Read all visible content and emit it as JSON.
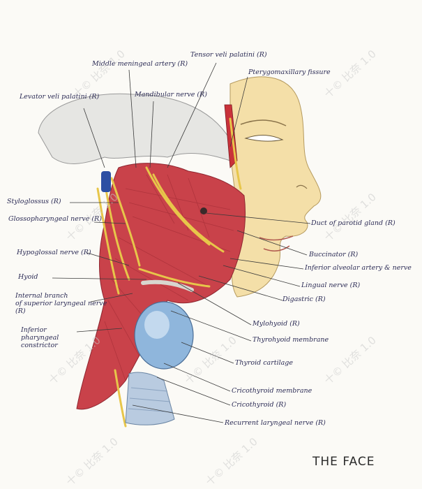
{
  "title": "THE FACE",
  "watermark": "十© 比奈 1.0",
  "labels": {
    "middle_meningeal_artery": "Middle meningeal artery (R)",
    "tensor_veli_palatini": "Tensor veli palatini (R)",
    "pterygomaxillary_fissure": "Pterygomaxillary fissure",
    "levator_veli_palatini": "Levator veli palatini (R)",
    "mandibular_nerve": "Mandibular nerve (R)",
    "styloglossus": "Styloglossus (R)",
    "glossopharyngeal_nerve": "Glossopharyngeal nerve (R)",
    "duct_parotid_gland": "Duct of parotid gland (R)",
    "buccinator": "Buccinator (R)",
    "hypoglossal_nerve": "Hypoglossal nerve (R)",
    "inferior_alveolar": "Inferior alveolar artery & nerve",
    "hyoid": "Hyoid",
    "lingual_nerve": "Lingual nerve (R)",
    "internal_branch": "Internal branch\nof superior laryngeal nerve\n(R)",
    "digastric": "Digastric (R)",
    "inferior_pharyngeal": "Inferior\npharyngeal\nconstrictor",
    "mylohyoid": "Mylohyoid (R)",
    "thyrohyoid_membrane": "Thyrohyoid membrane",
    "thyroid_cartilage": "Thyroid cartilage",
    "cricothyroid_membrane": "Cricothyroid membrane",
    "cricothyroid": "Cricothyroid (R)",
    "recurrent_laryngeal": "Recurrent laryngeal nerve (R)"
  },
  "colors": {
    "muscle": "#c9424a",
    "muscle_dark": "#9e2a33",
    "nerve": "#e7c64a",
    "skin": "#f4dfa8",
    "bone": "#e6e6e3",
    "cartilage": "#8fb6dc",
    "trachea": "#b9cbe0",
    "leader": "#3a3a3a"
  }
}
